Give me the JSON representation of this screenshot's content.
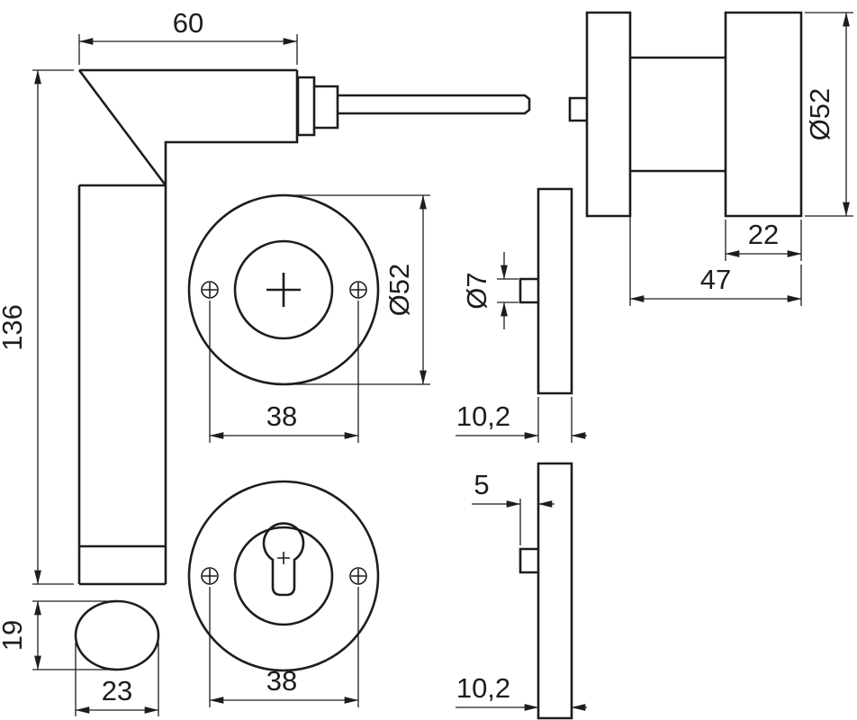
{
  "drawing": {
    "colors": {
      "line": "#1d1d1d",
      "background": "#ffffff"
    },
    "labels": {
      "lever_length": "60",
      "overall_height": "136",
      "section_height": "19",
      "section_width": "23",
      "rosette_diameter": "Ø52",
      "screw_spacing_top": "38",
      "screw_spacing_bottom": "38",
      "rosette_depth_top": "10,2",
      "screw_diameter": "Ø7",
      "pin_depth": "5",
      "rosette_depth_bottom": "10,2",
      "knob_diameter": "Ø52",
      "grip_depth": "22",
      "overall_depth": "47"
    }
  }
}
